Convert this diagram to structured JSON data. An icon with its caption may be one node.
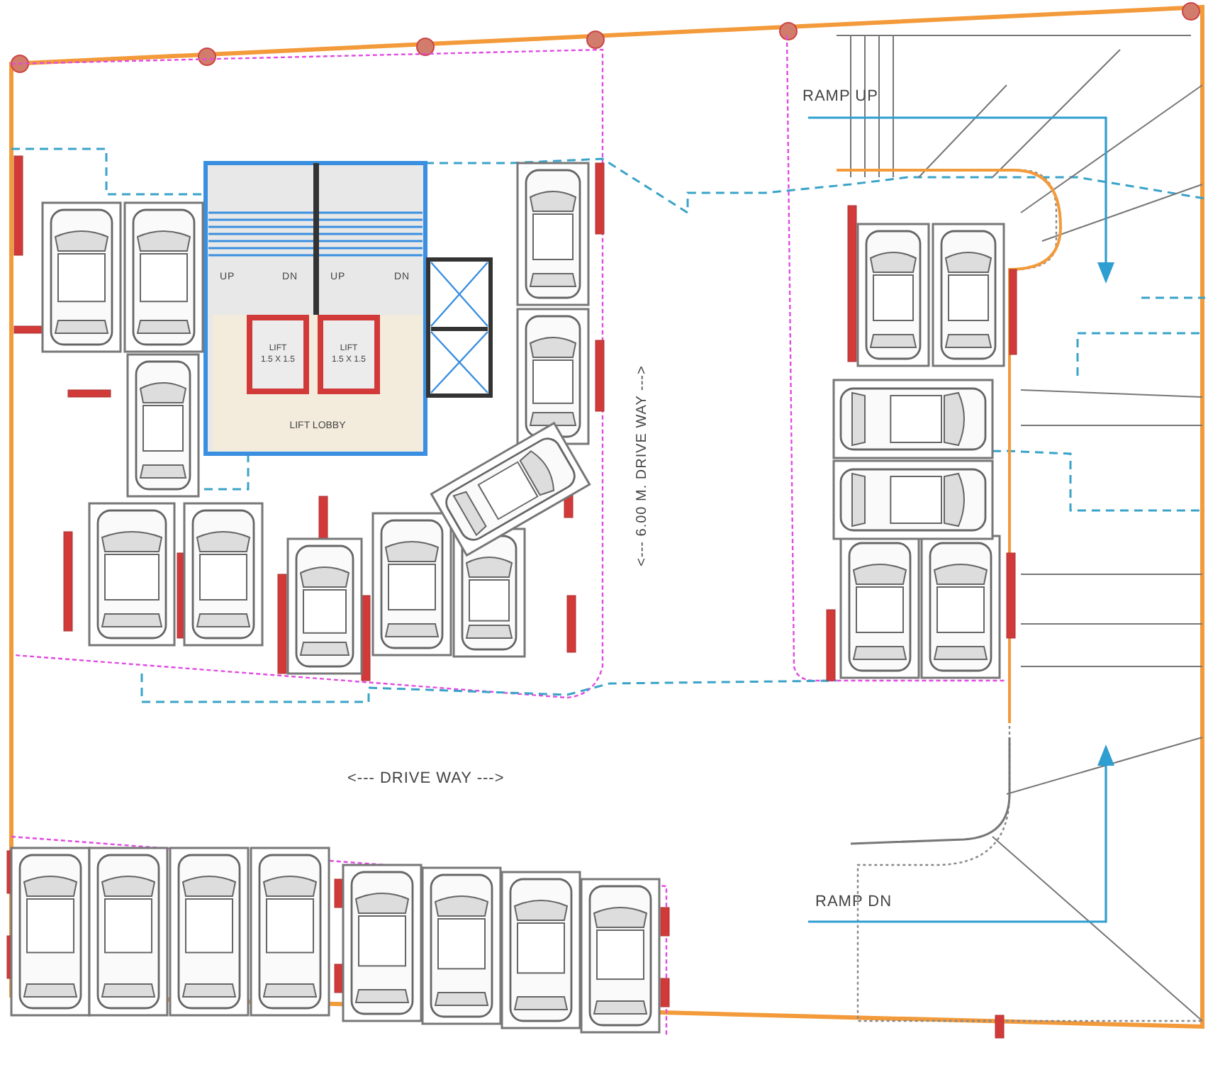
{
  "diagram": {
    "nodes": [
      {
        "text": [
          "LIFT LOBBY"
        ]
      },
      {
        "text": [
          "LIFT",
          "1.5 X 1.5"
        ],
        "in": 0
      },
      {
        "text": [
          "LIFT",
          "1.5 X 1.5"
        ],
        "in": 0
      }
    ],
    "labels": [
      "RAMP UP",
      "UP",
      "DN",
      "UP",
      "DN",
      "<--- 6.00 M. DRIVE WAY --->",
      "<--- DRIVE WAY --->",
      "RAMP DN"
    ]
  }
}
